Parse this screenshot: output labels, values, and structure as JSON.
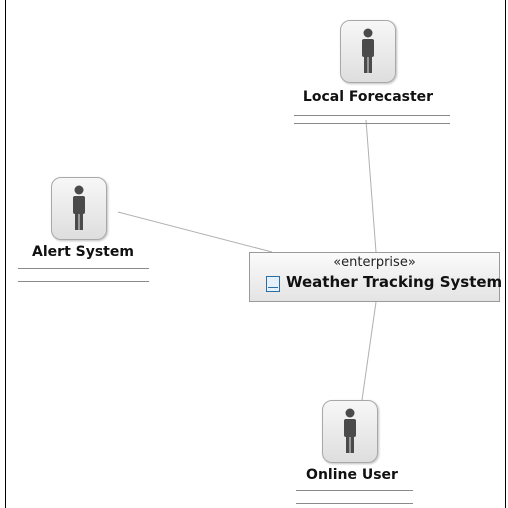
{
  "diagram": {
    "actors": [
      {
        "id": "local-forecaster",
        "label": "Local Forecaster"
      },
      {
        "id": "alert-system",
        "label": "Alert System"
      },
      {
        "id": "online-user",
        "label": "Online User"
      }
    ],
    "component": {
      "stereotype": "«enterprise»",
      "name": "Weather Tracking System"
    },
    "colors": {
      "edge": "#b0b0b0",
      "actor_figure": "#4a4a4a"
    }
  }
}
